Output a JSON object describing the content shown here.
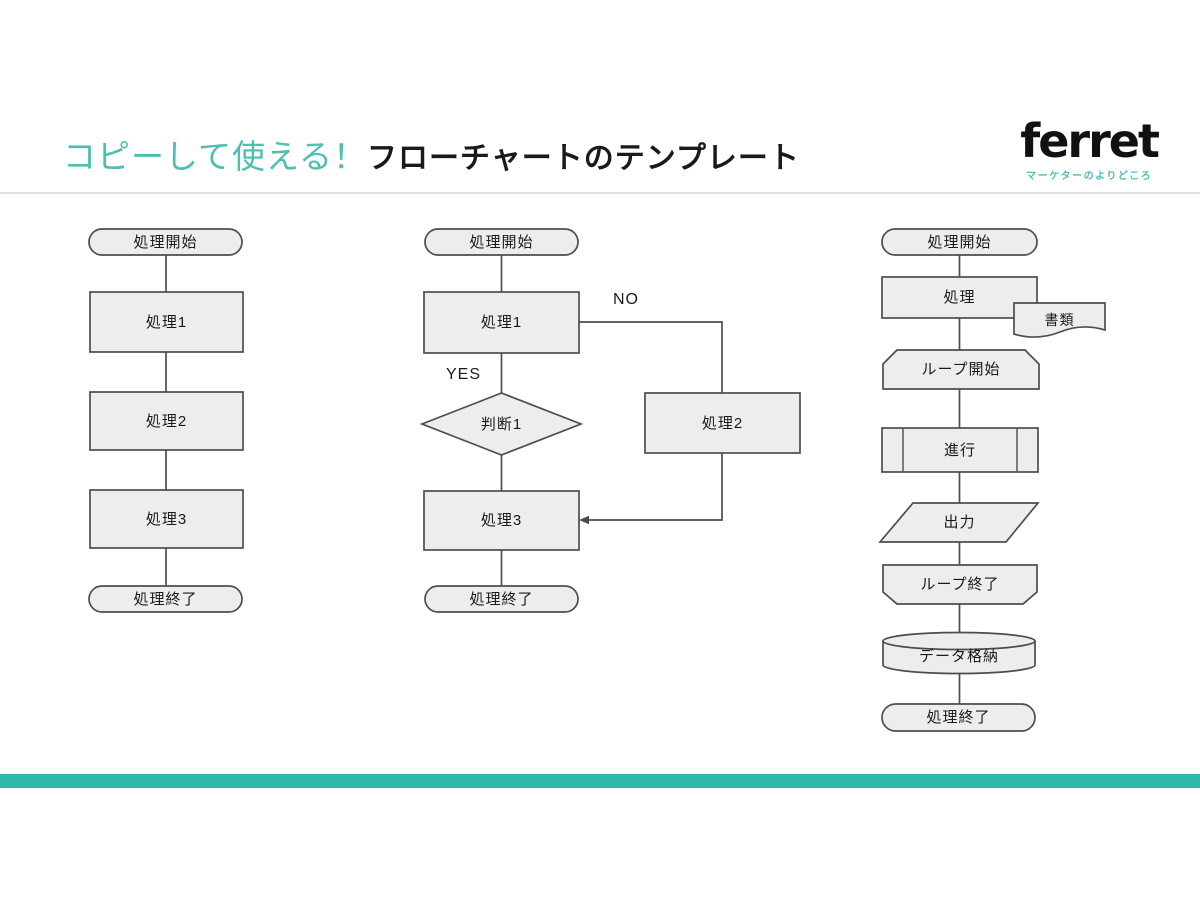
{
  "header": {
    "title_accent": "コピーして使える！",
    "title_main": "フローチャートのテンプレート",
    "logo_text": "ferret",
    "logo_tagline": "マーケターのよりどころ"
  },
  "colors": {
    "accent": "#4BC0B1",
    "bar": "#2FB6AD",
    "shape_fill": "#EDEDED",
    "shape_stroke": "#4D4D4D",
    "divider": "#E0E0E0",
    "ink": "#1A1A1A"
  },
  "flow1": {
    "start": "処理開始",
    "p1": "処理1",
    "p2": "処理2",
    "p3": "処理3",
    "end": "処理終了"
  },
  "flow2": {
    "start": "処理開始",
    "p1": "処理1",
    "decision": "判断1",
    "p2": "処理2",
    "p3": "処理3",
    "end": "処理終了",
    "yes": "YES",
    "no": "NO"
  },
  "flow3": {
    "start": "処理開始",
    "process": "処理",
    "document": "書類",
    "loop_start": "ループ開始",
    "predefined": "進行",
    "io": "出力",
    "loop_end": "ループ終了",
    "database": "データ格納",
    "end": "処理終了"
  }
}
